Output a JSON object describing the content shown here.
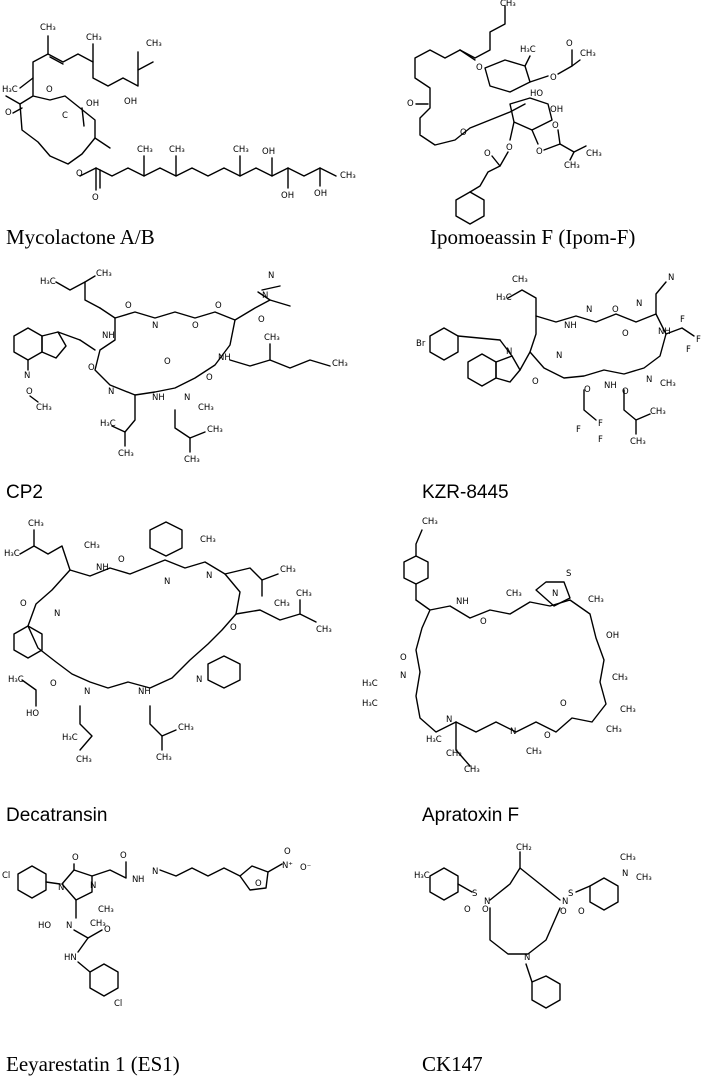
{
  "figure": {
    "compounds": [
      {
        "id": "mycolactone",
        "label": "Mycolactone A/B"
      },
      {
        "id": "ipomoeassin",
        "label": "Ipomoeassin F (Ipom-F)"
      },
      {
        "id": "cp2",
        "label": "CP2"
      },
      {
        "id": "kzr",
        "label": "KZR-8445"
      },
      {
        "id": "decatransin",
        "label": "Decatransin"
      },
      {
        "id": "apratoxin",
        "label": "Apratoxin F"
      },
      {
        "id": "es1",
        "label": "Eeyarestatin 1 (ES1)"
      },
      {
        "id": "ck147",
        "label": "CK147"
      }
    ]
  }
}
